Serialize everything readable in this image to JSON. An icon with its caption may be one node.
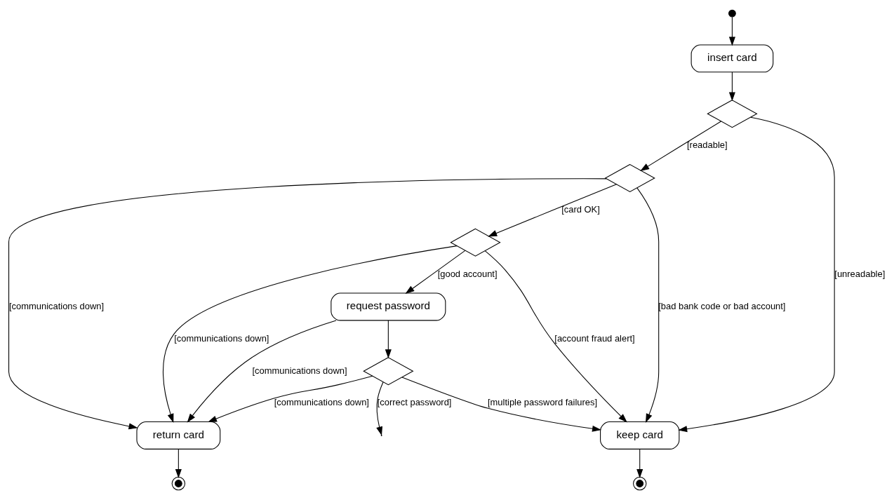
{
  "diagram": {
    "nodes": [
      {
        "text": [],
        "shape": "circle"
      },
      {
        "text": [],
        "shape": "dot"
      },
      {
        "text": [
          "return card"
        ]
      },
      {
        "text": [
          "insert card"
        ]
      },
      {
        "text": [],
        "shape": "diamond"
      },
      {
        "text": [],
        "shape": "diamond"
      },
      {
        "text": [],
        "shape": "diamond"
      },
      {
        "text": [
          "request password"
        ]
      },
      {
        "text": [],
        "shape": "diamond"
      },
      {
        "text": [],
        "shape": "circle"
      },
      {
        "text": [
          "keep card"
        ]
      }
    ],
    "edges": [
      {
        "from": 2,
        "to": 0,
        "arrow": "to"
      },
      {
        "from": 1,
        "to": 3,
        "arrow": "to"
      },
      {
        "from": 3,
        "to": 4,
        "arrow": "to"
      },
      {
        "from": 4,
        "to": 10,
        "arrow": "to",
        "label": "[unreadable]"
      },
      {
        "from": 4,
        "to": 5,
        "arrow": "to",
        "label": "[readable]"
      },
      {
        "from": 5,
        "to": 2,
        "arrow": "to",
        "label": "[communications down]"
      },
      {
        "from": 5,
        "to": 10,
        "arrow": "to",
        "label": "[bad bank code or bad account]"
      },
      {
        "from": 5,
        "to": 6,
        "arrow": "to",
        "label": "[card OK]"
      },
      {
        "from": 6,
        "to": 2,
        "arrow": "to",
        "label": "[communications down]"
      },
      {
        "from": 6,
        "to": 10,
        "arrow": "to",
        "label": "[account fraud alert]"
      },
      {
        "from": 6,
        "to": 7,
        "arrow": "to",
        "label": "[good account]"
      },
      {
        "from": 7,
        "to": 2,
        "arrow": "to",
        "label": "[communications down]"
      },
      {
        "from": 7,
        "to": 8,
        "arrow": "to"
      },
      {
        "from": 8,
        "to": 2,
        "arrow": "to",
        "label": "[communications down]"
      },
      {
        "from": 8,
        "to": 10,
        "arrow": "to",
        "label": "[multiple password failures]"
      },
      {
        "from": 8,
        "to": null,
        "arrow": "to",
        "label": "[correct password]"
      },
      {
        "from": 10,
        "to": 9,
        "arrow": "to"
      }
    ]
  }
}
